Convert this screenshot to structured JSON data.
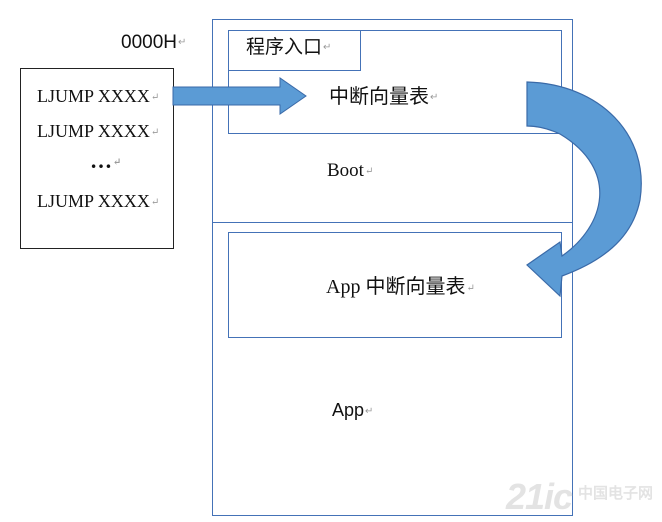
{
  "address": "0000H",
  "return_mark": "↵",
  "jump_table": {
    "entries": [
      "LJUMP XXXX",
      "LJUMP XXXX",
      "LJUMP XXXX"
    ],
    "ellipsis": "…"
  },
  "memory": {
    "entry_label": "程序入口",
    "boot_vector_table": "中断向量表",
    "boot_label": "Boot",
    "app_vector_table": "App 中断向量表",
    "app_label": "App"
  },
  "watermark": {
    "text": "21ic",
    "subtext": "中国电子网"
  },
  "colors": {
    "border": "#4472b7",
    "arrow_fill": "#5b9bd5",
    "arrow_stroke": "#3a6aa8",
    "text": "#111111"
  }
}
